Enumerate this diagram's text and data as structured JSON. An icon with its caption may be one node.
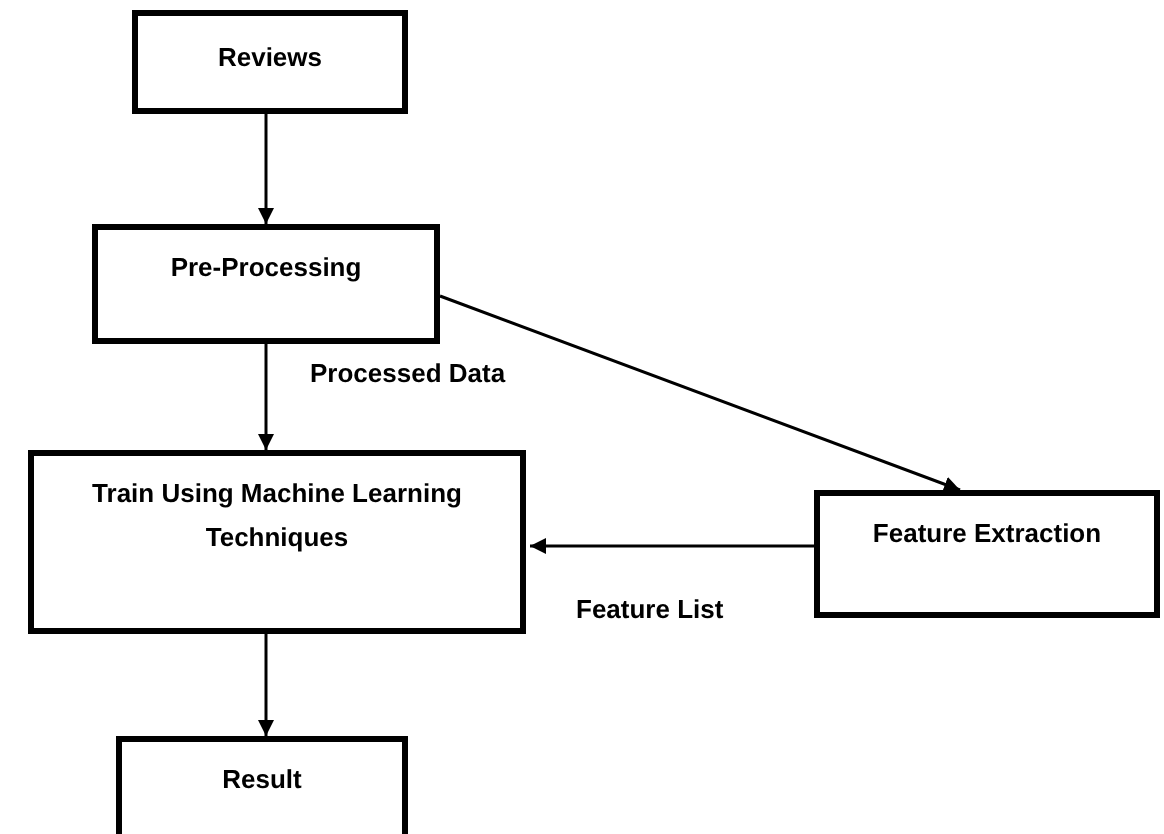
{
  "diagram": {
    "nodes": [
      {
        "text": [
          "Reviews"
        ]
      },
      {
        "text": [
          "Pre-Processing"
        ]
      },
      {
        "text": [
          "Train Using Machine Learning Techniques"
        ]
      },
      {
        "text": [
          "Feature Extraction"
        ]
      },
      {
        "text": [
          "Result"
        ]
      }
    ],
    "edges": [
      {
        "from": 0,
        "to": 1,
        "arrow": "to"
      },
      {
        "from": 1,
        "to": 2,
        "arrow": "to",
        "label": "Processed Data"
      },
      {
        "from": 1,
        "to": 3,
        "arrow": "to"
      },
      {
        "from": 3,
        "to": 2,
        "arrow": "to",
        "label": "Feature List"
      },
      {
        "from": 2,
        "to": 4,
        "arrow": "to"
      }
    ]
  }
}
